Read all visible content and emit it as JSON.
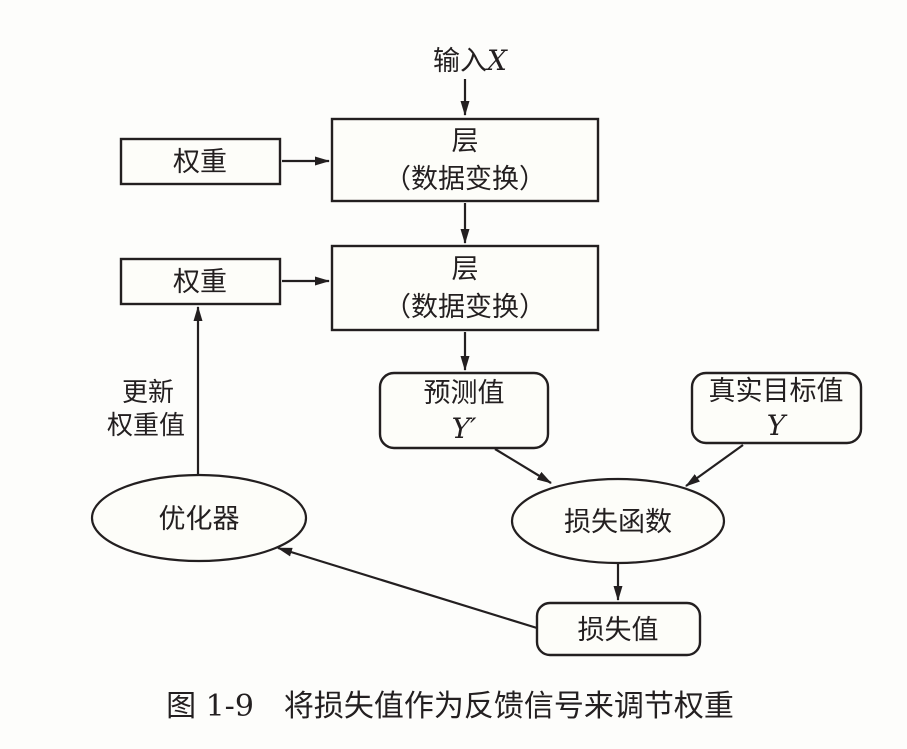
{
  "colors": {
    "ink": "#231f20",
    "paper": "#fdfdfb",
    "shape_fill": "#fdfdf9"
  },
  "caption": "图 1-9　将损失值作为反馈信号来调节权重",
  "nodes": {
    "input": {
      "label": "输入",
      "variable": "X"
    },
    "weights_top": {
      "label": "权重"
    },
    "layer_top": {
      "title": "层",
      "subtitle": "（数据变换）"
    },
    "weights_bottom": {
      "label": "权重"
    },
    "layer_bottom": {
      "title": "层",
      "subtitle": "（数据变换）"
    },
    "predictions": {
      "label": "预测值",
      "variable": "Y′"
    },
    "true_targets": {
      "label": "真实目标值",
      "variable": "Y"
    },
    "loss_function": {
      "label": "损失函数"
    },
    "optimizer": {
      "label": "优化器"
    },
    "loss_value": {
      "label": "损失值"
    },
    "update_weights": {
      "line1": "更新",
      "line2": "权重值"
    }
  }
}
